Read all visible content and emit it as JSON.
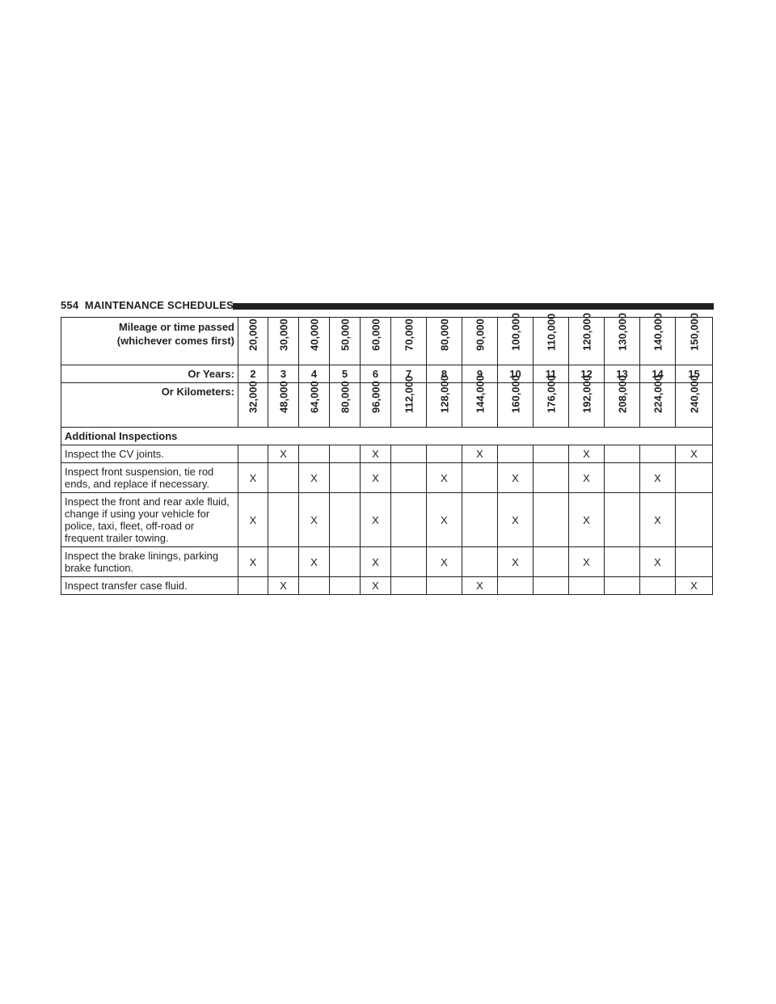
{
  "header": {
    "page_number": "554",
    "section_title": "MAINTENANCE SCHEDULES"
  },
  "table": {
    "mileage_label": [
      "Mileage or time passed",
      "(whichever comes first)"
    ],
    "mileage": [
      "20,000",
      "30,000",
      "40,000",
      "50,000",
      "60,000",
      "70,000",
      "80,000",
      "90,000",
      "100,000",
      "110,000",
      "120,000",
      "130,000",
      "140,000",
      "150,000"
    ],
    "years_label": "Or Years:",
    "years": [
      "2",
      "3",
      "4",
      "5",
      "6",
      "7",
      "8",
      "9",
      "10",
      "11",
      "12",
      "13",
      "14",
      "15"
    ],
    "km_label": "Or Kilometers:",
    "kilometers": [
      "32,000",
      "48,000",
      "64,000",
      "80,000",
      "96,000",
      "112,000",
      "128,000",
      "144,000",
      "160,000",
      "176,000",
      "192,000",
      "208,000",
      "224,000",
      "240,000"
    ],
    "section_title": "Additional Inspections",
    "rows": [
      {
        "item": "Inspect the CV joints.",
        "marks": [
          "",
          "X",
          "",
          "",
          "X",
          "",
          "",
          "X",
          "",
          "",
          "X",
          "",
          "",
          "X"
        ]
      },
      {
        "item": "Inspect front suspension, tie rod ends, and replace if necessary.",
        "marks": [
          "X",
          "",
          "X",
          "",
          "X",
          "",
          "X",
          "",
          "X",
          "",
          "X",
          "",
          "X",
          ""
        ]
      },
      {
        "item": "Inspect the front and rear axle fluid, change if using your vehicle for police, taxi, fleet, off-road or frequent trailer towing.",
        "marks": [
          "X",
          "",
          "X",
          "",
          "X",
          "",
          "X",
          "",
          "X",
          "",
          "X",
          "",
          "X",
          ""
        ]
      },
      {
        "item": "Inspect the brake linings, parking brake function.",
        "marks": [
          "X",
          "",
          "X",
          "",
          "X",
          "",
          "X",
          "",
          "X",
          "",
          "X",
          "",
          "X",
          ""
        ]
      },
      {
        "item": "Inspect transfer case fluid.",
        "marks": [
          "",
          "X",
          "",
          "",
          "X",
          "",
          "",
          "X",
          "",
          "",
          "",
          "",
          "",
          "X"
        ]
      }
    ]
  }
}
